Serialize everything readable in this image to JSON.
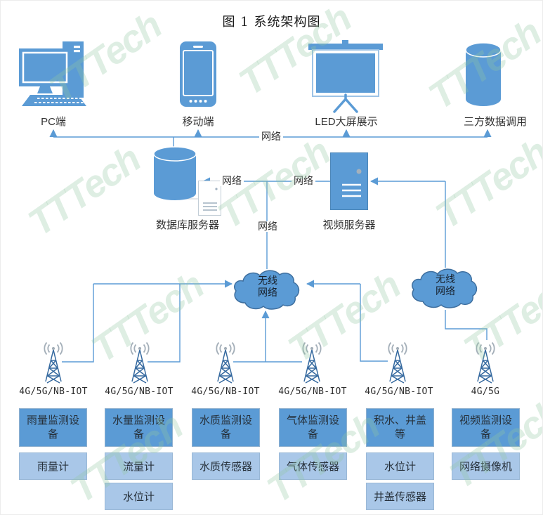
{
  "title": "图 1 系统架构图",
  "watermark_text": "TTTech",
  "colors": {
    "primary_blue": "#5b9bd5",
    "light_blue": "#a9c7e8",
    "line_blue": "#5b9bd5",
    "cloud_border": "#3e6f9f",
    "watermark_green": "#92c7a3"
  },
  "top_devices": [
    {
      "label": "PC端"
    },
    {
      "label": "移动端"
    },
    {
      "label": "LED大屏展示"
    },
    {
      "label": "三方数据调用"
    }
  ],
  "servers": {
    "database": "数据库服务器",
    "video": "视频服务器"
  },
  "network_labels": {
    "bus": "网络",
    "mid_left": "网络",
    "mid_right": "网络",
    "vertical": "网络"
  },
  "clouds": {
    "left": {
      "line1": "无线",
      "line2": "网络"
    },
    "right": {
      "line1": "无线",
      "line2": "网络"
    }
  },
  "towers": [
    {
      "label": "4G/5G/NB-IOT"
    },
    {
      "label": "4G/5G/NB-IOT"
    },
    {
      "label": "4G/5G/NB-IOT"
    },
    {
      "label": "4G/5G/NB-IOT"
    },
    {
      "label": "4G/5G/NB-IOT"
    },
    {
      "label": "4G/5G"
    }
  ],
  "device_columns": [
    {
      "header": "雨量监测设备",
      "items": [
        "雨量计"
      ]
    },
    {
      "header": "水量监测设备",
      "items": [
        "流量计",
        "水位计"
      ]
    },
    {
      "header": "水质监测设备",
      "items": [
        "水质传感器"
      ]
    },
    {
      "header": "气体监测设备",
      "items": [
        "气体传感器"
      ]
    },
    {
      "header": "积水、井盖等",
      "items": [
        "水位计",
        "井盖传感器"
      ]
    },
    {
      "header": "视频监测设备",
      "items": [
        "网络摄像机"
      ]
    }
  ]
}
